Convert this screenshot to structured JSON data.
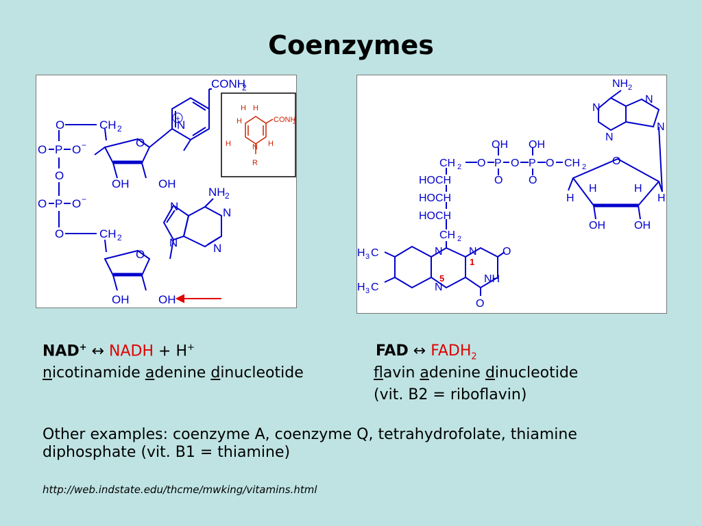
{
  "slide": {
    "title": "Coenzymes",
    "nad": {
      "left_name": "NAD",
      "left_sup": "+",
      "arrow": "↔",
      "right_name": "NADH",
      "plus": "+ H",
      "plus_sup": "+",
      "full_name_parts": [
        "n",
        "icotinamide ",
        "a",
        "denine ",
        "d",
        "inucleotide"
      ]
    },
    "fad": {
      "left_name": "FAD",
      "arrow": "↔",
      "right_name": "FADH",
      "right_sub": "2",
      "full_name_parts": [
        "f",
        "lavin ",
        "a",
        "denine ",
        "d",
        "inucleotide"
      ],
      "vitamin": "(vit. B2 = riboflavin)"
    },
    "other_examples": "Other examples: coenzyme A, coenzyme Q, tetrahydrofolate, thiamine diphosphate (vit. B1 = thiamine)",
    "url": "http://web.indstate.edu/thcme/mwking/vitamins.html"
  },
  "nad_structure": {
    "labels": {
      "conh2_top": "CONH",
      "two": "2",
      "o": "O",
      "ch2": "CH",
      "p": "P",
      "oh": "OH",
      "n": "N",
      "nh2": "NH",
      "plus": "+",
      "minus": "−"
    },
    "inset": {
      "h": "H",
      "n": "N",
      "r": "R",
      "conh2": "CONH",
      "two": "2"
    }
  },
  "fad_structure": {
    "labels": {
      "nh2": "NH",
      "two": "2",
      "n": "N",
      "oh": "OH",
      "o": "O",
      "p": "P",
      "ch2": "CH",
      "hoch": "HOCH",
      "h": "H",
      "h3c": "H",
      "three": "3",
      "c": "C",
      "nh": "NH",
      "num1": "1",
      "num5": "5"
    }
  },
  "colors": {
    "background": "#bfe3e3",
    "structure_blue": "#0000cc",
    "highlight_red": "#e00000",
    "inset_red": "#cc2200"
  }
}
